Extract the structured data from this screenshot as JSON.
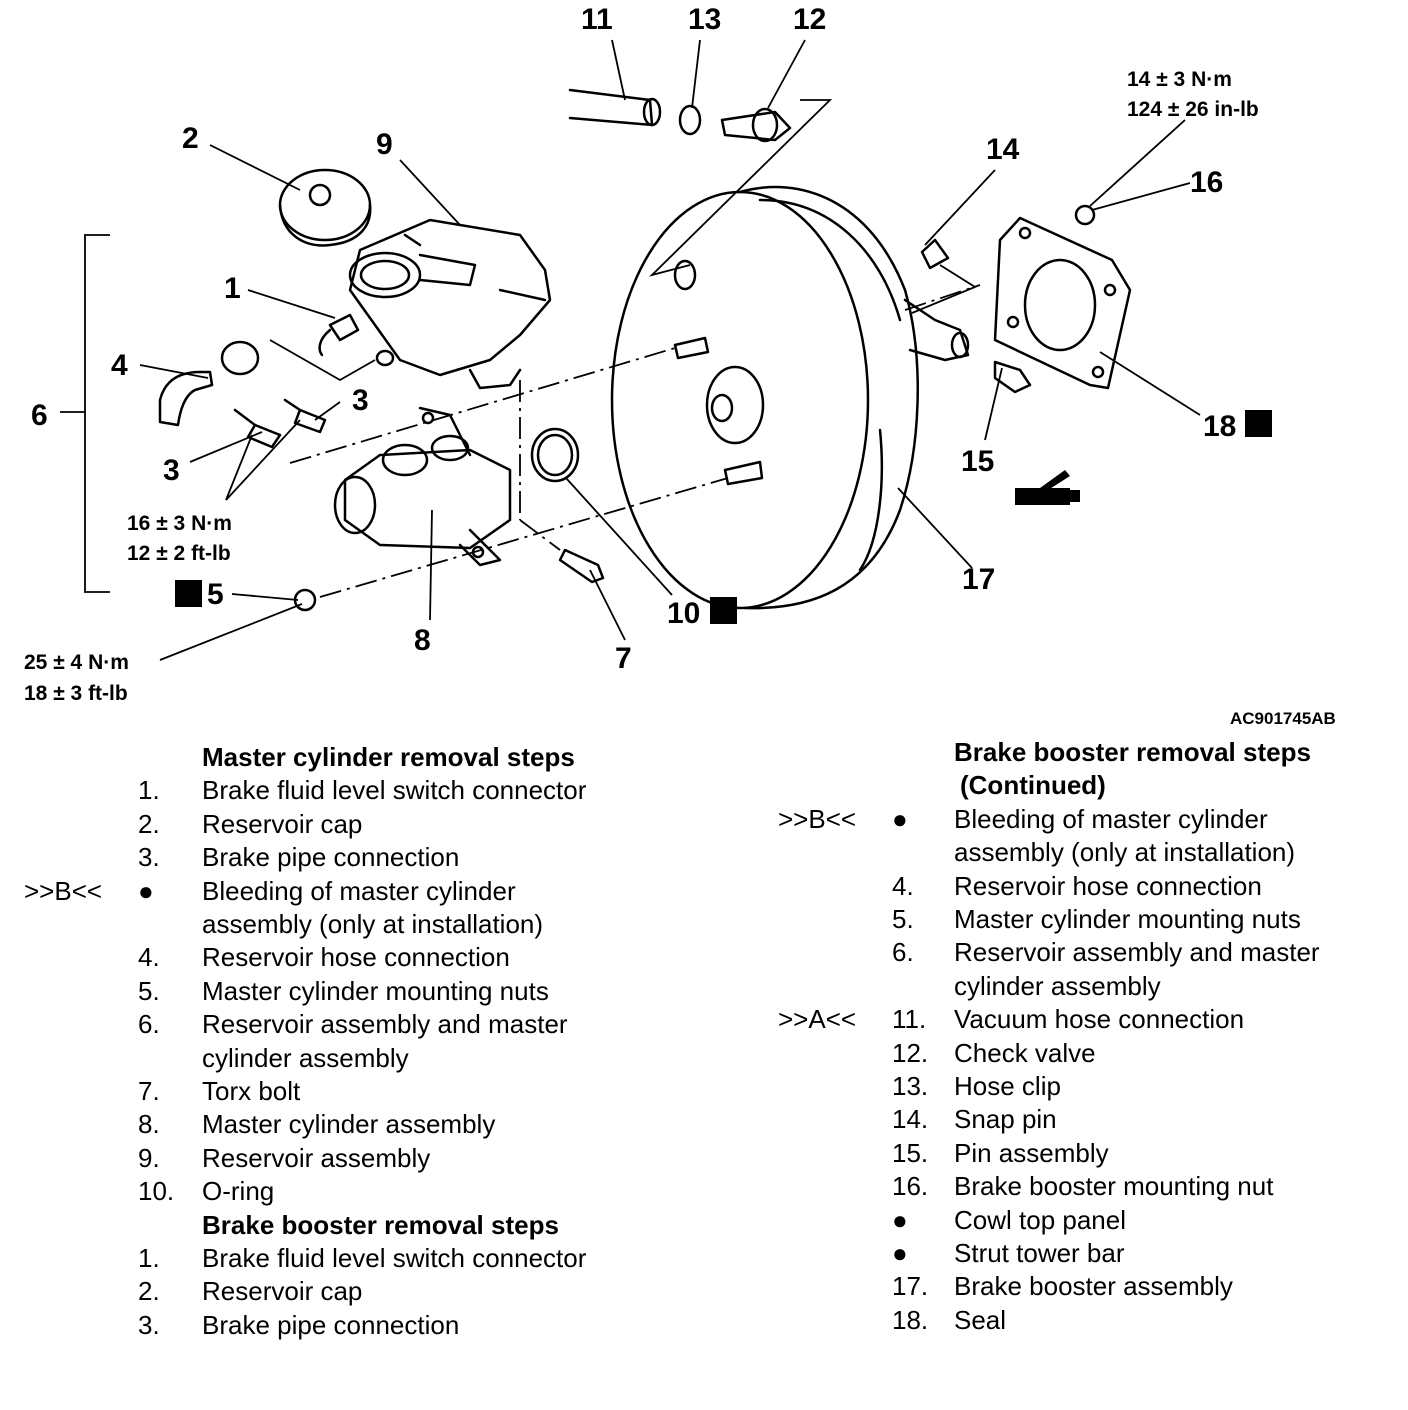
{
  "figure": {
    "id": "AC901745AB",
    "callouts": [
      "1",
      "2",
      "3",
      "3",
      "4",
      "5",
      "6",
      "7",
      "8",
      "9",
      "10",
      "11",
      "12",
      "13",
      "14",
      "15",
      "16",
      "17",
      "18"
    ],
    "new_part_mark": "N",
    "torques": {
      "brake_booster_nut": [
        "14 ± 3 N·m",
        "124 ± 26 in-lb"
      ],
      "brake_pipe": [
        "16 ± 3 N·m",
        "12 ± 2 ft-lb"
      ],
      "master_cylinder_nut": [
        "25 ± 4 N·m",
        "18 ± 3 ft-lb"
      ]
    }
  },
  "master_steps": {
    "title": "Master cylinder removal steps",
    "items": [
      {
        "mark": "",
        "num": "1.",
        "text": "Brake fluid level switch connector"
      },
      {
        "mark": "",
        "num": "2.",
        "text": "Reservoir cap"
      },
      {
        "mark": "",
        "num": "3.",
        "text": "Brake pipe connection"
      },
      {
        "mark": ">>B<<",
        "num": "●",
        "text": "Bleeding of master cylinder assembly (only at installation)"
      },
      {
        "mark": "",
        "num": "4.",
        "text": "Reservoir hose connection"
      },
      {
        "mark": "",
        "num": "5.",
        "text": "Master cylinder mounting nuts"
      },
      {
        "mark": "",
        "num": "6.",
        "text": "Reservoir assembly and master cylinder assembly"
      },
      {
        "mark": "",
        "num": "7.",
        "text": "Torx bolt"
      },
      {
        "mark": "",
        "num": "8.",
        "text": "Master cylinder assembly"
      },
      {
        "mark": "",
        "num": "9.",
        "text": "Reservoir assembly"
      },
      {
        "mark": "",
        "num": "10.",
        "text": "O-ring"
      }
    ]
  },
  "booster_steps": {
    "title": "Brake booster removal steps",
    "items": [
      {
        "mark": "",
        "num": "1.",
        "text": "Brake fluid level switch connector"
      },
      {
        "mark": "",
        "num": "2.",
        "text": "Reservoir cap"
      },
      {
        "mark": "",
        "num": "3.",
        "text": "Brake pipe connection"
      }
    ]
  },
  "booster_steps_cont": {
    "title": "Brake booster removal steps",
    "title_suffix": "(Continued)",
    "items": [
      {
        "mark": ">>B<<",
        "num": "●",
        "text": "Bleeding of master cylinder assembly (only at installation)"
      },
      {
        "mark": "",
        "num": "4.",
        "text": "Reservoir hose connection"
      },
      {
        "mark": "",
        "num": "5.",
        "text": "Master cylinder mounting nuts"
      },
      {
        "mark": "",
        "num": "6.",
        "text": "Reservoir assembly and master cylinder assembly"
      },
      {
        "mark": ">>A<<",
        "num": "11.",
        "text": "Vacuum hose connection"
      },
      {
        "mark": "",
        "num": "12.",
        "text": "Check valve"
      },
      {
        "mark": "",
        "num": "13.",
        "text": "Hose clip"
      },
      {
        "mark": "",
        "num": "14.",
        "text": "Snap pin"
      },
      {
        "mark": "",
        "num": "15.",
        "text": "Pin assembly"
      },
      {
        "mark": "",
        "num": "16.",
        "text": "Brake booster mounting nut"
      },
      {
        "mark": "",
        "num": "●",
        "text": "Cowl top panel"
      },
      {
        "mark": "",
        "num": "●",
        "text": "Strut tower bar"
      },
      {
        "mark": "",
        "num": "17.",
        "text": "Brake booster assembly"
      },
      {
        "mark": "",
        "num": "18.",
        "text": "Seal"
      }
    ]
  }
}
